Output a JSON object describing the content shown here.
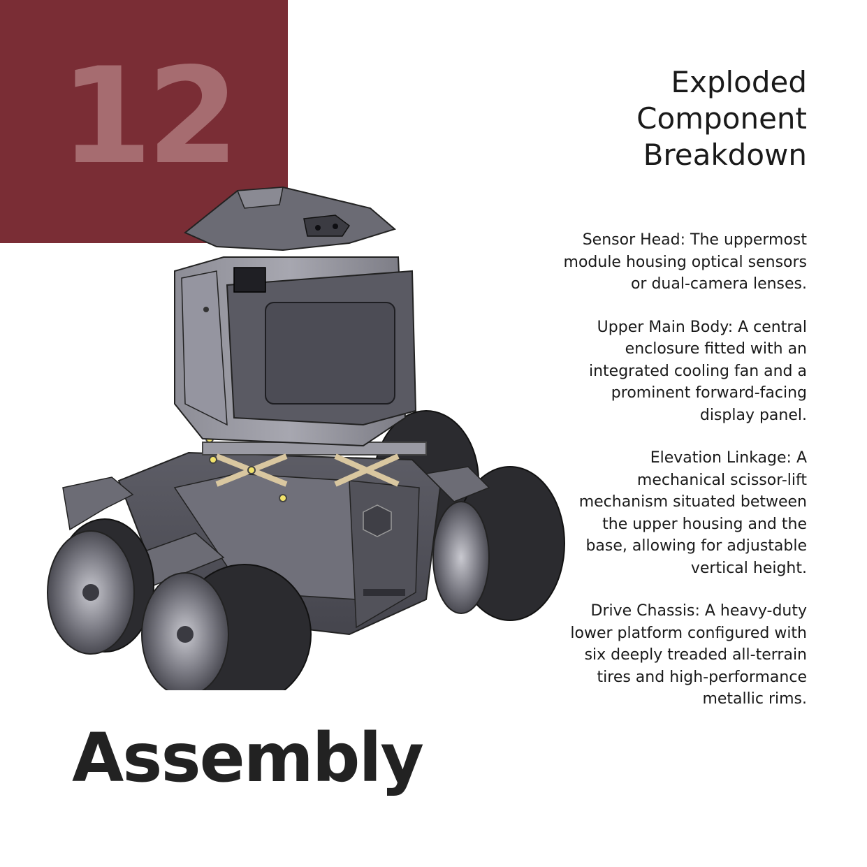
{
  "page": {
    "number": "12",
    "accent_color": "#7a2d35",
    "number_color": "#a66c70"
  },
  "title": {
    "lines": [
      "Exploded",
      "Component",
      "Breakdown"
    ]
  },
  "components": [
    {
      "lines": [
        "Sensor Head: The uppermost",
        "module housing optical sensors",
        "or dual-camera lenses."
      ]
    },
    {
      "lines": [
        "Upper Main Body: A central",
        "enclosure fitted with an",
        "integrated cooling fan and a",
        "prominent forward-facing",
        "display panel."
      ]
    },
    {
      "lines": [
        "Elevation Linkage: A",
        "mechanical scissor-lift",
        "mechanism situated between",
        "the upper housing and the",
        "base, allowing for adjustable",
        "vertical height."
      ]
    },
    {
      "lines": [
        "Drive Chassis: A heavy-duty",
        "lower platform configured with",
        "six deeply treaded all-terrain",
        "tires and high-performance",
        "metallic rims."
      ]
    }
  ],
  "footer": {
    "heading": "Assembly"
  }
}
